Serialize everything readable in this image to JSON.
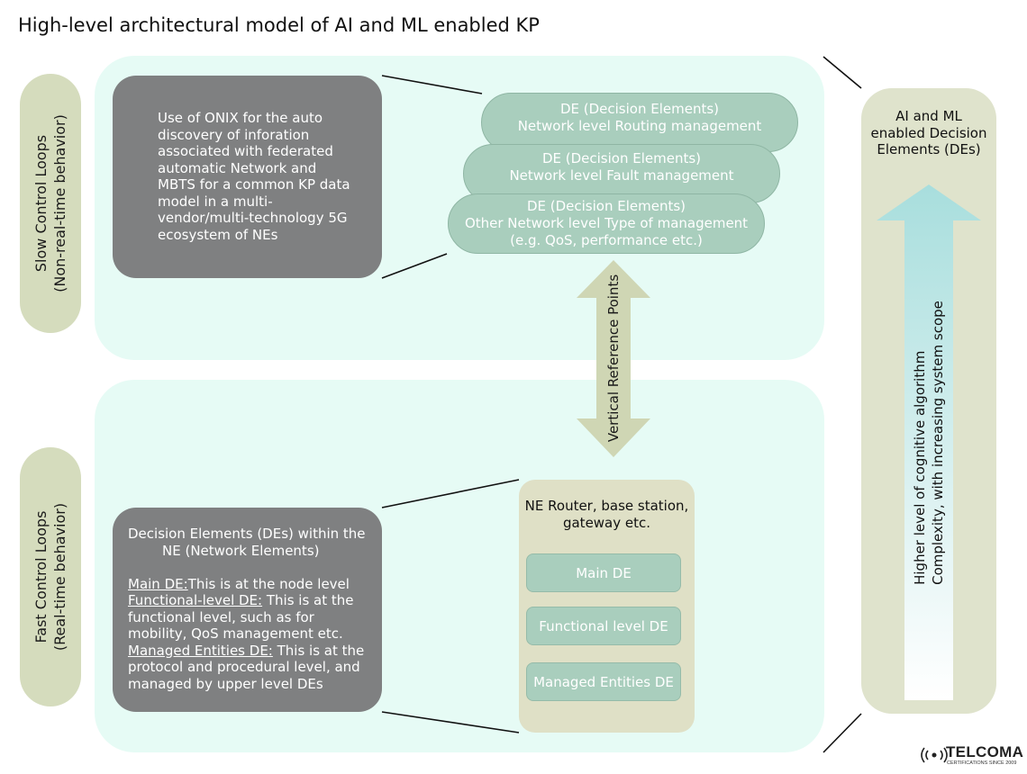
{
  "title": "High-level architectural model of AI and ML enabled KP",
  "slow_loops": {
    "line1": "Slow Control Loops",
    "line2": "(Non-real-time behavior)"
  },
  "fast_loops": {
    "line1": "Fast Control Loops",
    "line2": "(Real-time behavior)"
  },
  "onix_box": {
    "text": "Use of ONIX for the auto discovery of inforation associated with federated automatic Network and MBTS for a common KP data model in a multi-vendor/multi-technology 5G ecosystem of NEs"
  },
  "de_stack": [
    {
      "line1": "DE (Decision Elements)",
      "line2": "Network level Routing management",
      "line3": ""
    },
    {
      "line1": "DE (Decision Elements)",
      "line2": "Network level Fault management",
      "line3": ""
    },
    {
      "line1": "DE (Decision Elements)",
      "line2": "Other Network level Type of management",
      "line3": "(e.g.  QoS, performance etc.)"
    }
  ],
  "vertical_ref": "Vertical Reference Points",
  "ne_de_box": {
    "heading_line1": "Decision Elements (DEs) within the",
    "heading_line2": "NE (Network Elements)",
    "main_label": "Main DE:",
    "main_text": "This is at the  node level",
    "functional_label": "Functional-level DE:",
    "functional_text": " This  is at the functional level, such as for mobility, QoS  management etc.",
    "managed_label": "Managed Entities DE:",
    "managed_text": " This is at the protocol and procedural level, and managed by upper level DEs"
  },
  "ne_router": {
    "title": "NE Router, base station, gateway etc.",
    "items": [
      "Main DE",
      "Functional level DE",
      "Managed Entities DE"
    ]
  },
  "right_panel": {
    "title": "AI and ML enabled Decision Elements (DEs)",
    "arrow_line1": "Higher level of cognitive algorithm",
    "arrow_line2": "Complexity, with increasing system scope"
  },
  "logo": {
    "name": "TELCOMA",
    "tagline": "CERTIFICATIONS SINCE 2009"
  },
  "colors": {
    "panel": "#e6fbf5",
    "dark_box": "#7f8081",
    "de_green": "#a9cebd",
    "olive_pill": "#d5dcbd",
    "arrow_olive": "#cfd6b4",
    "arrow_teal": "#a8dedd"
  }
}
